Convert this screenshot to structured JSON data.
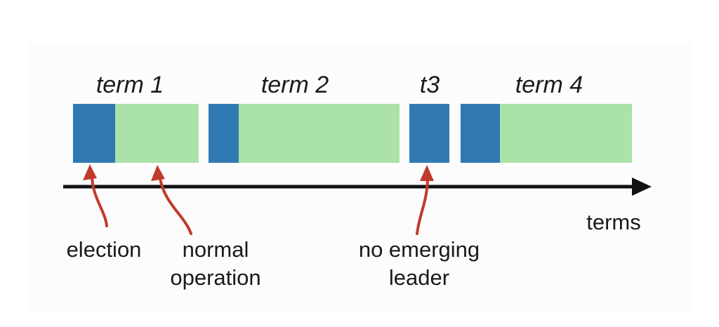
{
  "diagram": {
    "term_labels": [
      "term 1",
      "term 2",
      "t3",
      "term 4"
    ],
    "axis_label": "terms",
    "annotations": {
      "election": "election",
      "normal_operation_line1": "normal",
      "normal_operation_line2": "operation",
      "no_leader_line1": "no emerging",
      "no_leader_line2": "leader"
    },
    "colors": {
      "election": "#3179b3",
      "normal_operation": "#abe2a7",
      "arrow": "#c23a2b",
      "axis": "#111111"
    }
  }
}
